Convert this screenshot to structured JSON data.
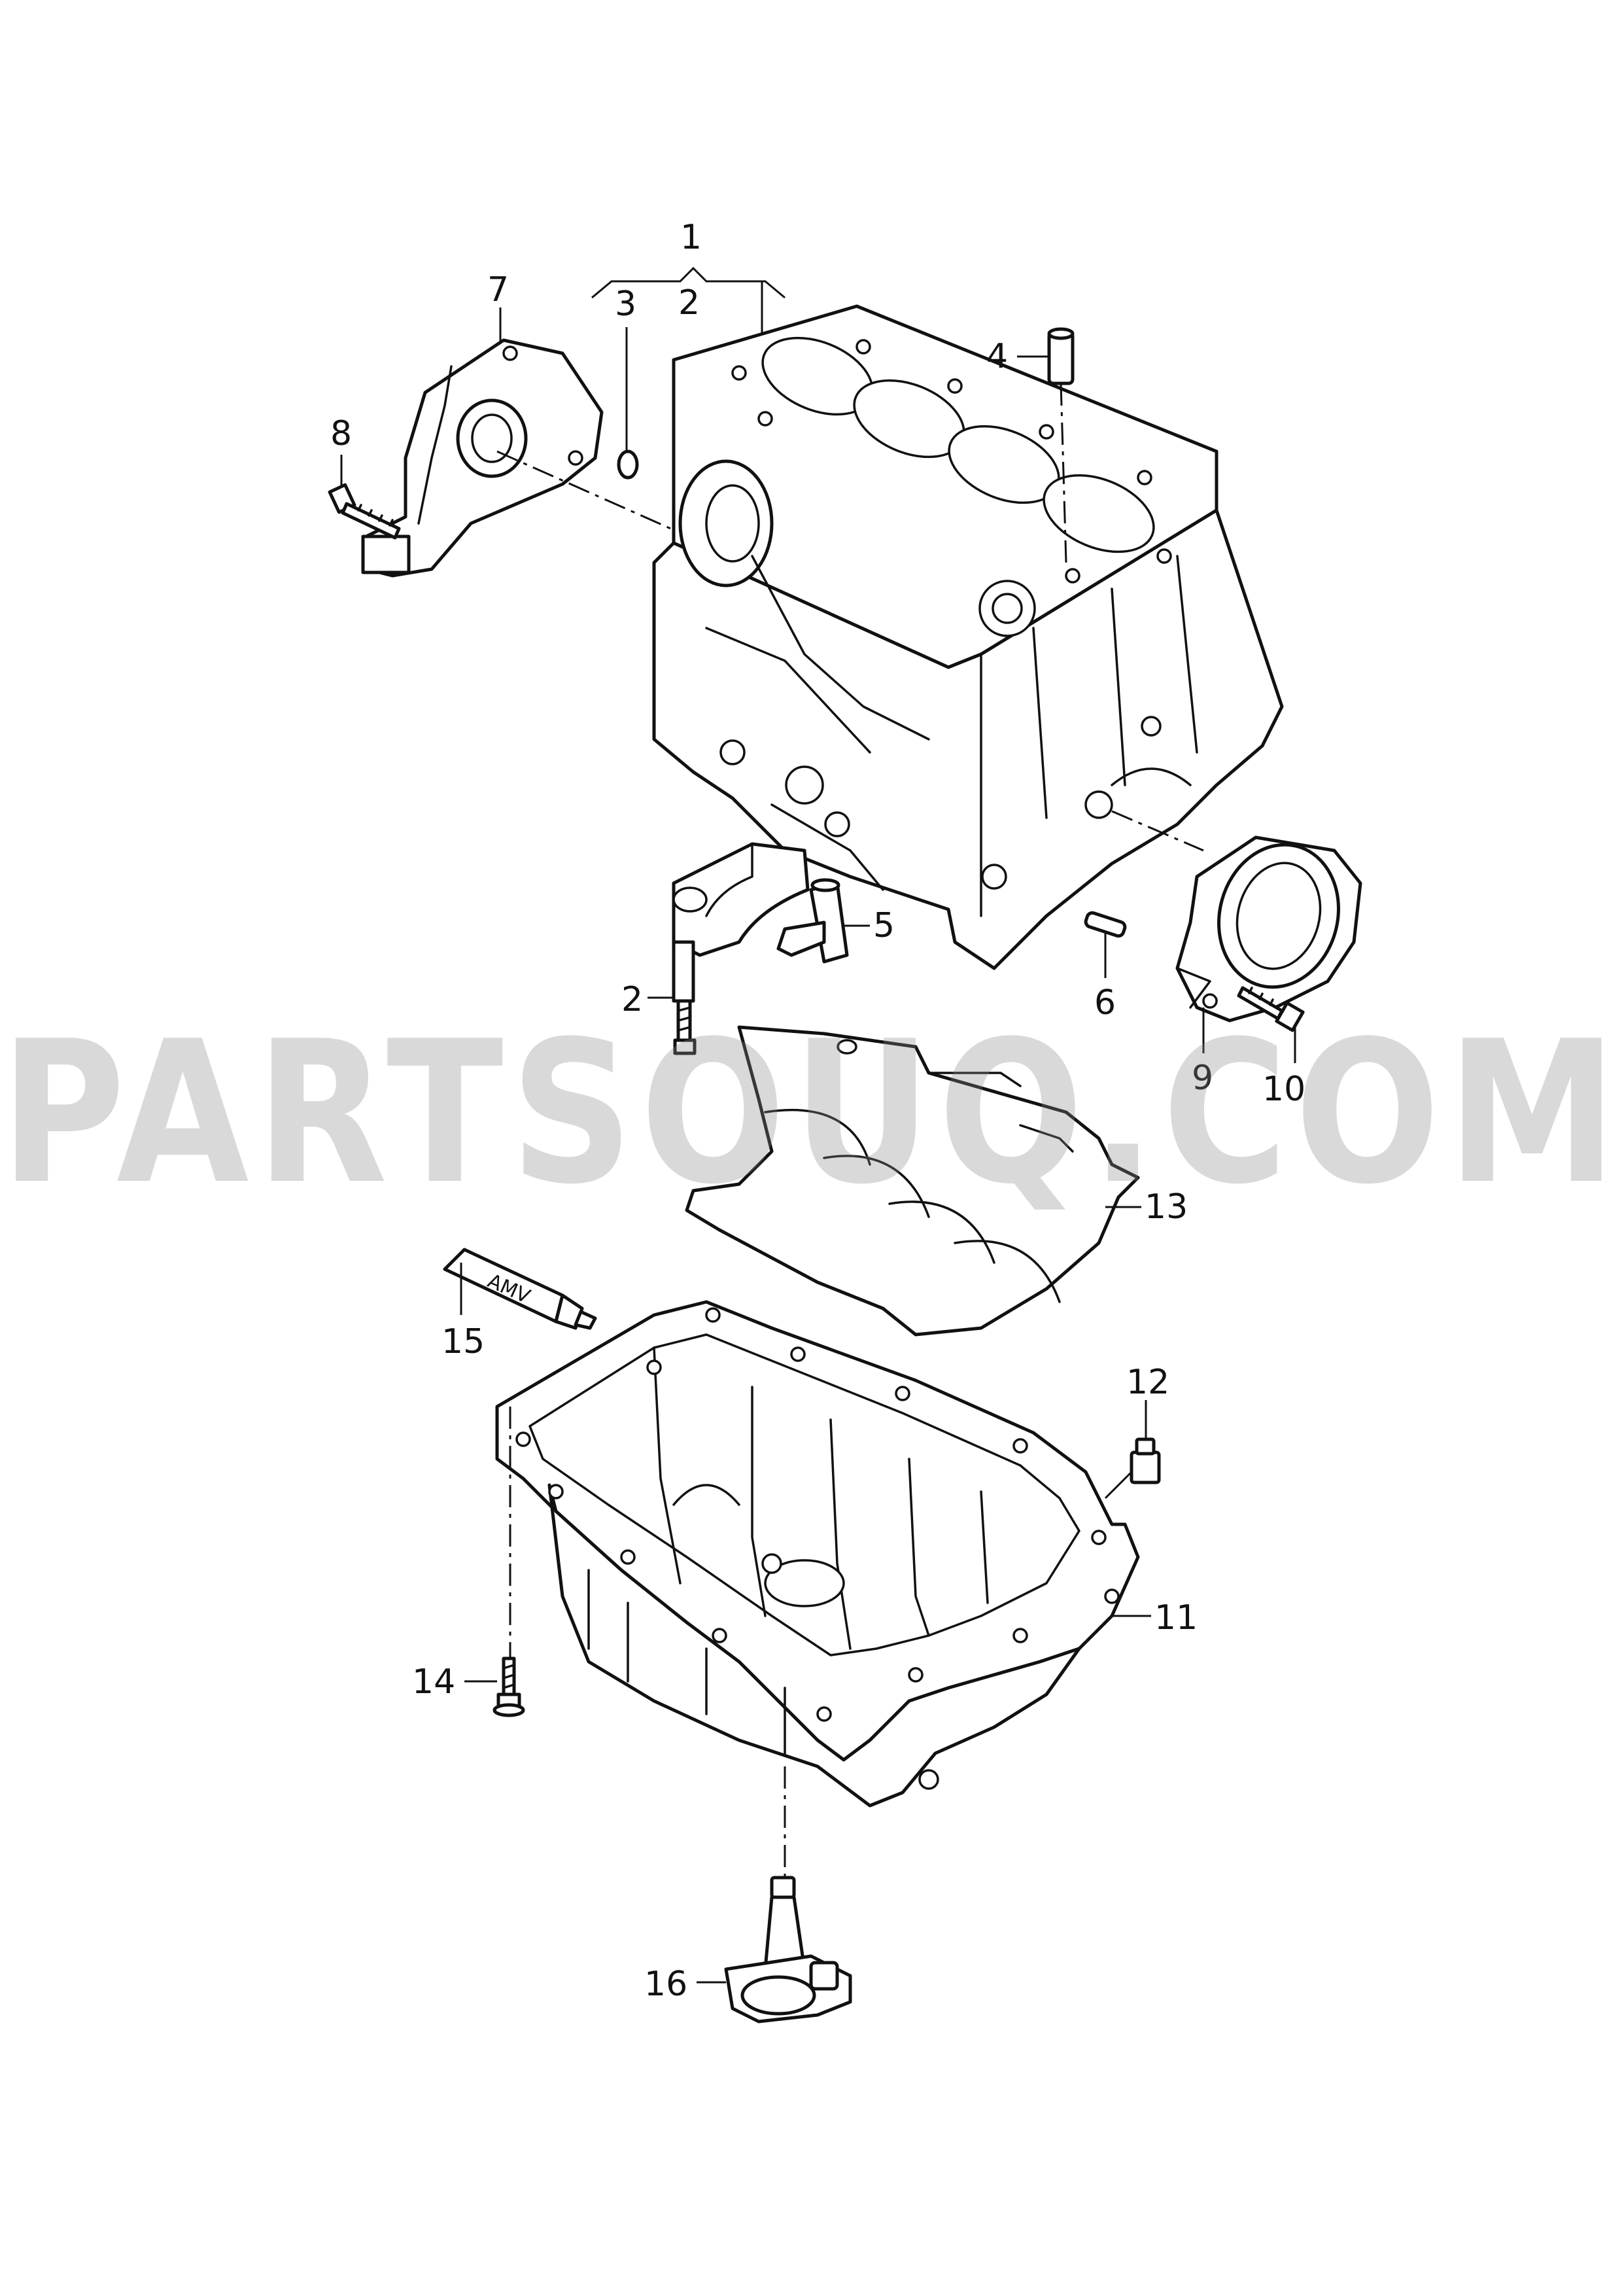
{
  "watermark": "PARTSOUQ.COM",
  "tube_label": "AMV",
  "callouts": {
    "c1": "1",
    "c2": "2",
    "c2b": "2",
    "c3": "3",
    "c4": "4",
    "c5": "5",
    "c6": "6",
    "c7": "7",
    "c8": "8",
    "c9": "9",
    "c10": "10",
    "c11": "11",
    "c12": "12",
    "c13": "13",
    "c14": "14",
    "c15": "15",
    "c16": "16"
  }
}
